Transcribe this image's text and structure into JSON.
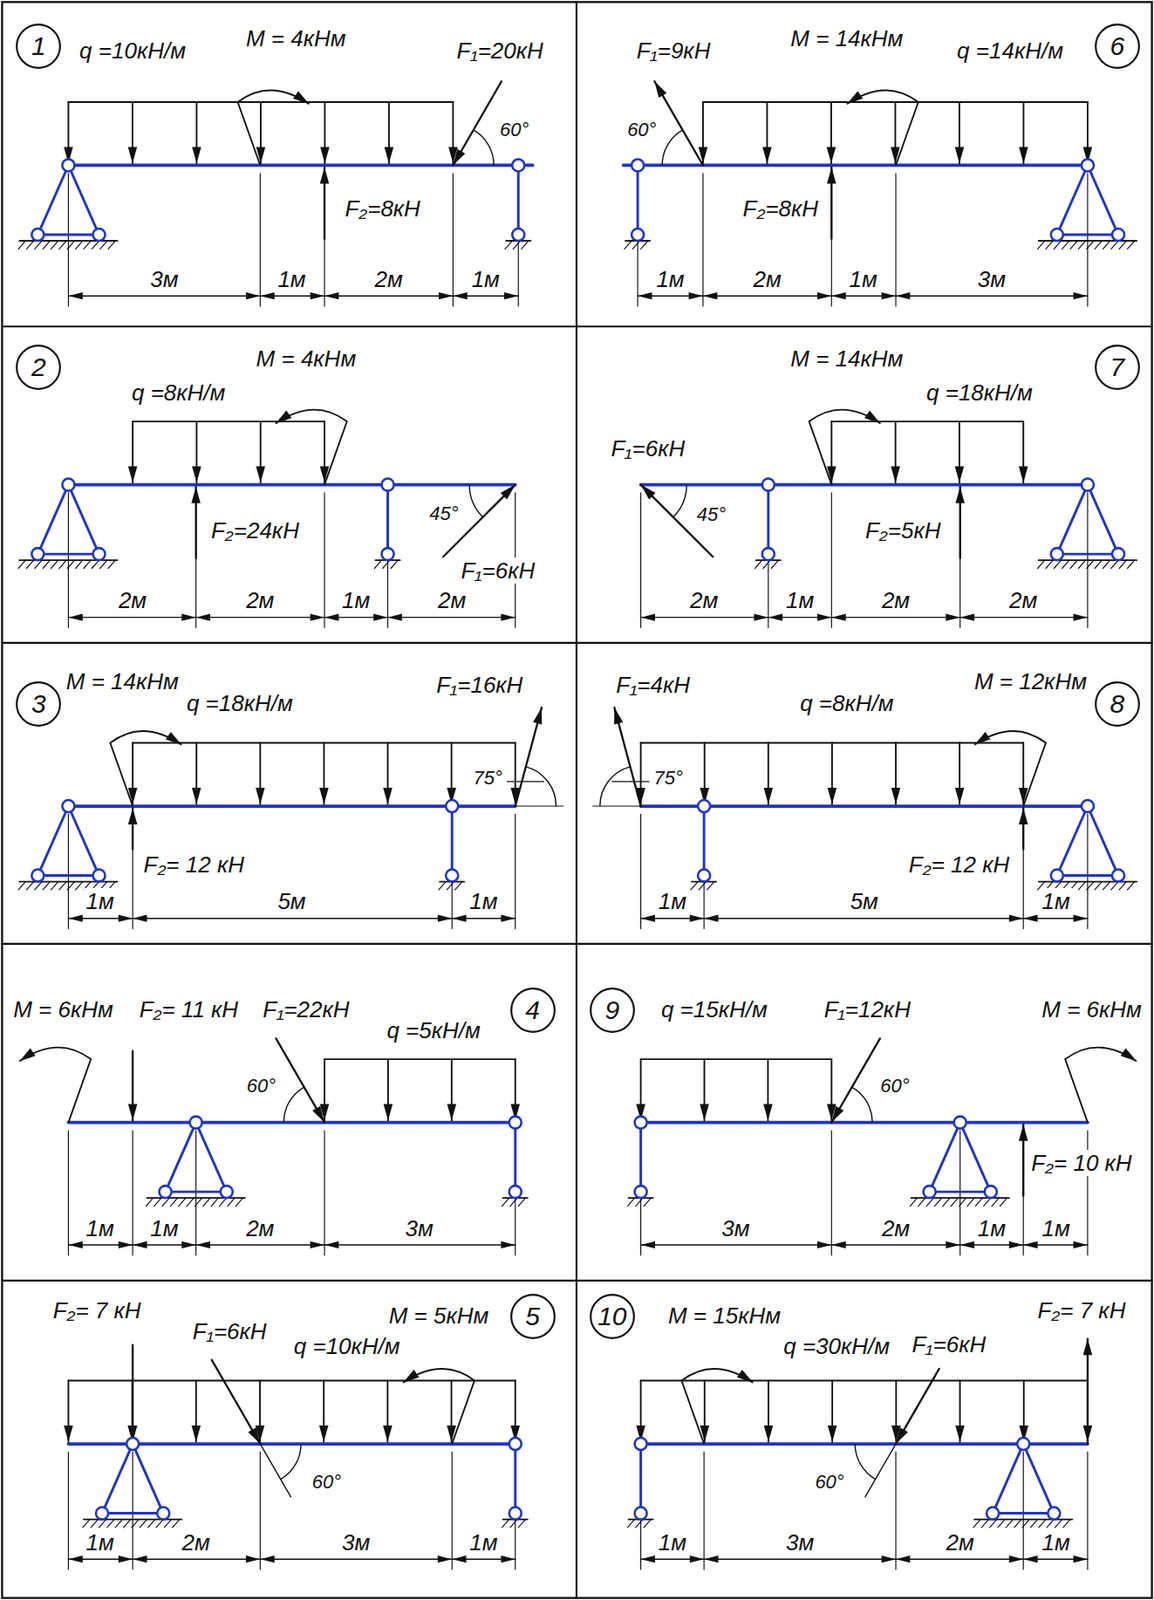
{
  "diagram": {
    "nodes": [
      {
        "text": [
          "1"
        ]
      },
      {
        "text": [
          "6"
        ]
      },
      {
        "text": [
          "2"
        ]
      },
      {
        "text": [
          "7"
        ]
      },
      {
        "text": [
          "3"
        ]
      },
      {
        "text": [
          "8"
        ]
      },
      {
        "text": [
          "4"
        ]
      },
      {
        "text": [
          "9"
        ]
      },
      {
        "text": [
          "5"
        ]
      },
      {
        "text": [
          "10"
        ]
      }
    ],
    "labels": [
      "q =10кН/м",
      "M = 4кНм",
      "F₁=20кН",
      "60°",
      "F₂=8кН",
      "3м",
      "1м",
      "2м",
      "1м",
      "F₁=9кН",
      "M = 14кНм",
      "q =14кН/м",
      "60°",
      "F₂=8кН",
      "1м",
      "2м",
      "1м",
      "3м",
      "q =8кН/м",
      "M = 4кНм",
      "F₂=24кН",
      "45°",
      "F₁=6кН",
      "2м",
      "2м",
      "1м",
      "2м",
      "M = 14кНм",
      "q =18кН/м",
      "F₁=6кН",
      "45°",
      "F₂=5кН",
      "2м",
      "1м",
      "2м",
      "2м",
      "M = 14кНм",
      "q =18кН/м",
      "F₁=16кН",
      "75°",
      "F₂= 12 кН",
      "1м",
      "5м",
      "1м",
      "F₁=4кН",
      "q =8кН/м",
      "M = 12кНм",
      "75°",
      "F₂= 12 кН",
      "1м",
      "5м",
      "1м",
      "M = 6кНм",
      "F₂= 11 кН",
      "F₁=22кН",
      "q =5кН/м",
      "60°",
      "1м",
      "1м",
      "2м",
      "3м",
      "q =15кН/м",
      "F₁=12кН",
      "M = 6кНм",
      "60°",
      "F₂= 10 кН",
      "3м",
      "2м",
      "1м",
      "1м",
      "F₂= 7 кН",
      "F₁=6кН",
      "q =10кН/м",
      "M = 5кНм",
      "60°",
      "1м",
      "2м",
      "3м",
      "1м",
      "M = 15кНм",
      "q =30кН/м",
      "F₁=6кН",
      "F₂= 7 кН",
      "60°",
      "1м",
      "3м",
      "2м",
      "1м"
    ]
  }
}
